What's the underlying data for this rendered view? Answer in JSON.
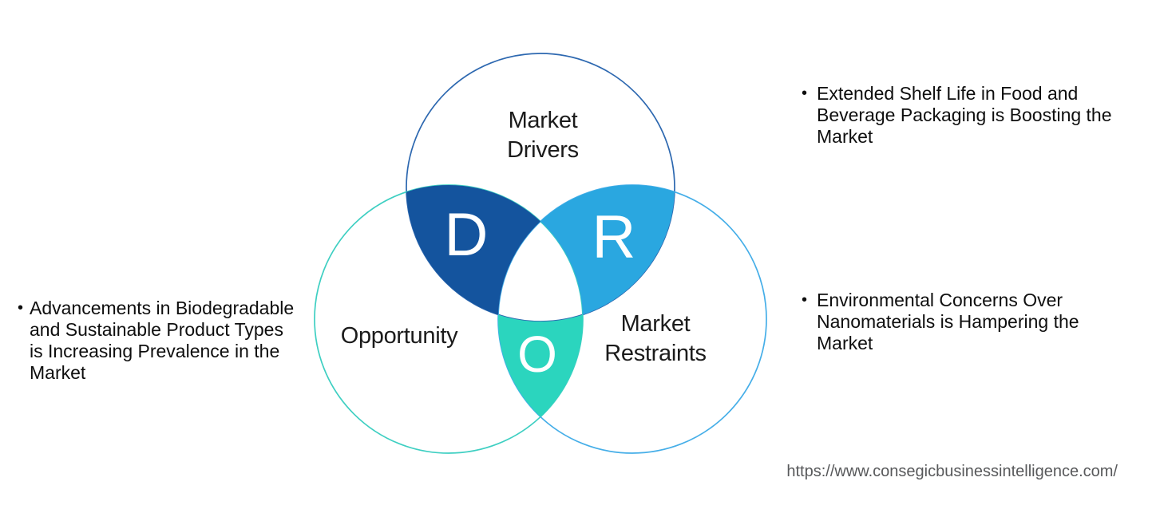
{
  "diagram": {
    "title_implied": "DRO Venn Diagram",
    "circles": {
      "drivers": {
        "label_line1": "Market",
        "label_line2": "Drivers",
        "stroke": "#2D68B0"
      },
      "opportunity": {
        "label_line1": "Opportunity",
        "stroke": "#3ECFC2"
      },
      "restraints": {
        "label_line1": "Market",
        "label_line2": "Restraints",
        "stroke": "#45AEE8"
      }
    },
    "intersections": {
      "d": {
        "letter": "D",
        "fill": "#14549E"
      },
      "r": {
        "letter": "R",
        "fill": "#2AA7E0"
      },
      "o": {
        "letter": "O",
        "fill": "#2BD5BE"
      }
    }
  },
  "bullets": {
    "marker": "•",
    "left": {
      "line1": "Advancements in Biodegradable",
      "line2": "and Sustainable Product Types",
      "line3": "is Increasing Prevalence in the",
      "line4": "Market"
    },
    "right_top": {
      "line1": "Extended Shelf Life in Food and",
      "line2": "Beverage Packaging is Boosting the",
      "line3": "Market"
    },
    "right_bottom": {
      "line1": "Environmental Concerns Over",
      "line2": "Nanomaterials is Hampering the",
      "line3": "Market"
    }
  },
  "footer": {
    "url": "https://www.consegicbusinessintelligence.com/"
  }
}
